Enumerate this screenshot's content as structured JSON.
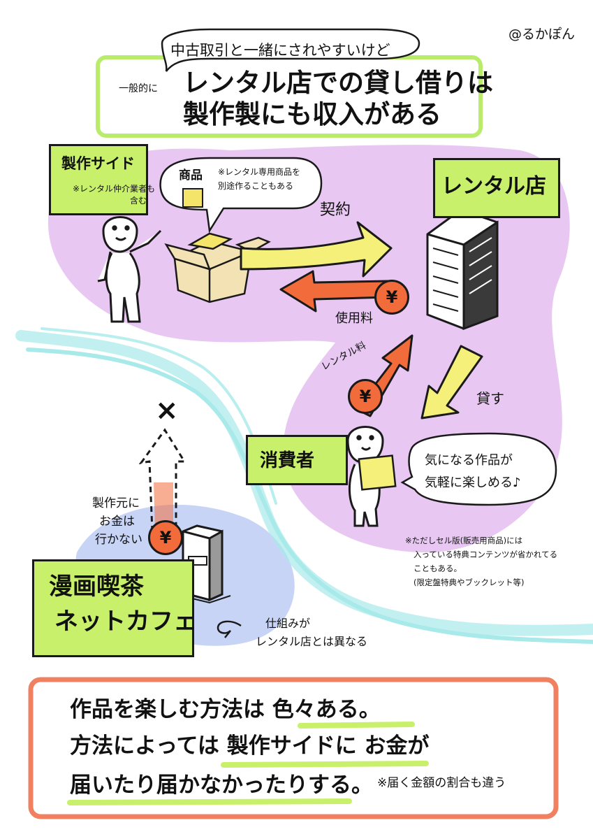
{
  "credit": "@るかぽん",
  "header": {
    "bubble": "中古取引と一緒にされやすいけど",
    "prefix": "一般的に",
    "title_line1": "レンタル店での貸し借りは",
    "title_line2": "製作製にも収入がある"
  },
  "production": {
    "label": "製作サイド",
    "note_line1": "※レンタル仲介業者も",
    "note_line2": "含む",
    "goods_label": "商品",
    "goods_note_line1": "※レンタル専用商品を",
    "goods_note_line2": "別途作ることもある"
  },
  "arrows": {
    "contract": "契約",
    "usage_fee": "使用料",
    "rental_fee": "レンタル料",
    "lend": "貸す",
    "yen": "¥",
    "cross": "×"
  },
  "rental_shop": {
    "label": "レンタル店"
  },
  "consumer": {
    "label": "消費者",
    "speech_line1": "気になる作品が",
    "speech_line2": "気軽に楽しめる♪",
    "sell_note_line1": "※ただしセル版(販売用商品)には",
    "sell_note_line2": "入っている特典コンテンツが省かれてる",
    "sell_note_line3": "こともある。",
    "sell_note_line4": "(限定盤特典やブックレット等)"
  },
  "cafe": {
    "no_money_line1": "製作元に",
    "no_money_line2": "お金は",
    "no_money_line3": "行かない",
    "label_line1": "漫画喫茶",
    "label_line2": "ネットカフェ",
    "mechanism_line1": "仕組みが",
    "mechanism_line2": "レンタル店とは異なる"
  },
  "summary": {
    "line1": "作品を楽しむ方法は 色々ある。",
    "line2": "方法によっては 製作サイドに お金が",
    "line3": "届いたり届かなかったりする。",
    "note": "※届く金額の割合も違う"
  },
  "colors": {
    "green": "#c8f06a",
    "lavender": "#e8c8f2",
    "blue_blob": "#c8d4f6",
    "yellow_arrow": "#f5f07a",
    "orange_arrow": "#f26b3a",
    "river": "#a8eaea",
    "summary_border": "#f08060"
  }
}
